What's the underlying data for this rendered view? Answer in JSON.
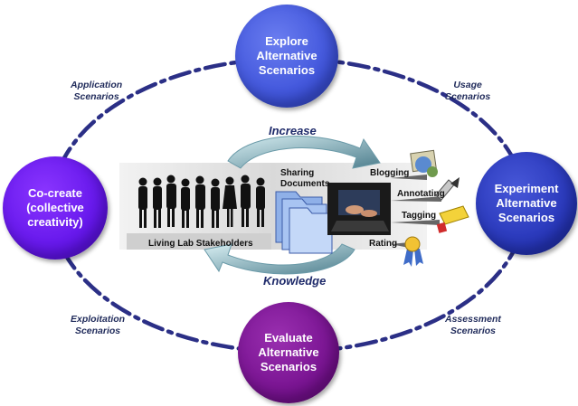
{
  "nodes": {
    "explore": "Explore\nAlternative\nScenarios",
    "cocreate": "Co-create\n(collective\ncreativity)",
    "experiment": "Experiment\nAlternative\nScenarios",
    "evaluate": "Evaluate\nAlternative\nScenarios"
  },
  "scenario_labels": {
    "application": "Application\nScenarios",
    "usage": "Usage\nScenarios",
    "exploitation": "Exploitation\nScenarios",
    "assessment": "Assessment\nScenarios"
  },
  "cycle": {
    "increase": "Increase",
    "knowledge": "Knowledge"
  },
  "center": {
    "stakeholders": "Living Lab Stakeholders",
    "sharing": "Sharing\nDocuments",
    "activities": [
      "Blogging",
      "Annotating",
      "Tagging",
      "Rating"
    ]
  },
  "colors": {
    "ring": "#2b2f86",
    "explore": "#3a4fd8",
    "cocreate": "#5f12e8",
    "experiment": "#2433b6",
    "evaluate": "#730f8c",
    "cycle_arrow": "#5a8a9a"
  },
  "icons": [
    "people-silhouettes",
    "folder-icon",
    "laptop-icon",
    "blog-icon",
    "pencil-icon",
    "tag-icon",
    "award-ribbon-icon"
  ]
}
